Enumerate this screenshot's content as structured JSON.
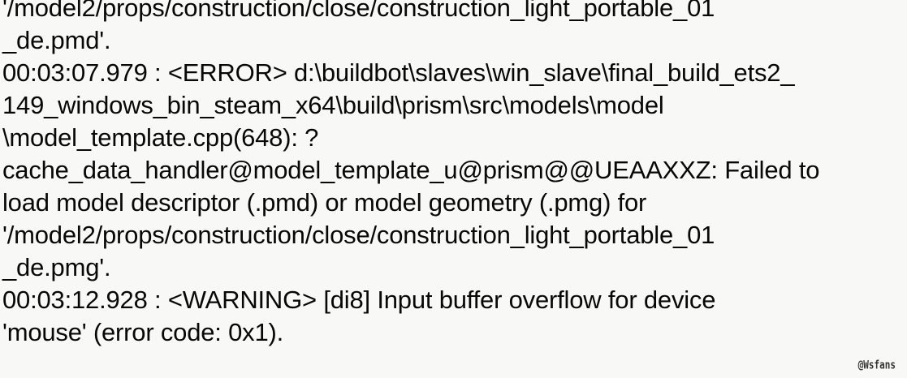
{
  "app": {
    "kind": "log-output-panel",
    "background_color": "#f8f8f6",
    "text_color": "#080808"
  },
  "log": {
    "lines": [
      {
        "id": "line-1",
        "severity": "continuation",
        "text": "'/model2/props/construction/close/construction_light_portable_01",
        "clipped_top": true
      },
      {
        "id": "line-2",
        "severity": "continuation",
        "text": "_de.pmd'."
      },
      {
        "id": "line-3",
        "severity": "error",
        "timestamp": "00:03:07.979",
        "level": "<ERROR>",
        "text": "00:03:07.979 : <ERROR> d:\\buildbot\\slaves\\win_slave\\final_build_ets2_"
      },
      {
        "id": "line-4",
        "severity": "continuation",
        "text": "149_windows_bin_steam_x64\\build\\prism\\src\\models\\model"
      },
      {
        "id": "line-5",
        "severity": "continuation",
        "text": "\\model_template.cpp(648): ?"
      },
      {
        "id": "line-6",
        "severity": "continuation",
        "text": "cache_data_handler@model_template_u@prism@@UEAAXXZ: Failed to"
      },
      {
        "id": "line-7",
        "severity": "continuation",
        "text": "load model descriptor (.pmd) or model geometry (.pmg) for"
      },
      {
        "id": "line-8",
        "severity": "continuation",
        "text": "'/model2/props/construction/close/construction_light_portable_01"
      },
      {
        "id": "line-9",
        "severity": "continuation",
        "text": "_de.pmg'."
      },
      {
        "id": "line-10",
        "severity": "warning",
        "timestamp": "00:03:12.928",
        "level": "<WARNING>",
        "text": "00:03:12.928 : <WARNING> [di8] Input buffer overflow for device"
      },
      {
        "id": "line-11",
        "severity": "continuation",
        "text": "'mouse' (error code: 0x1)."
      }
    ]
  },
  "watermark": {
    "text": "@Wsfans"
  }
}
